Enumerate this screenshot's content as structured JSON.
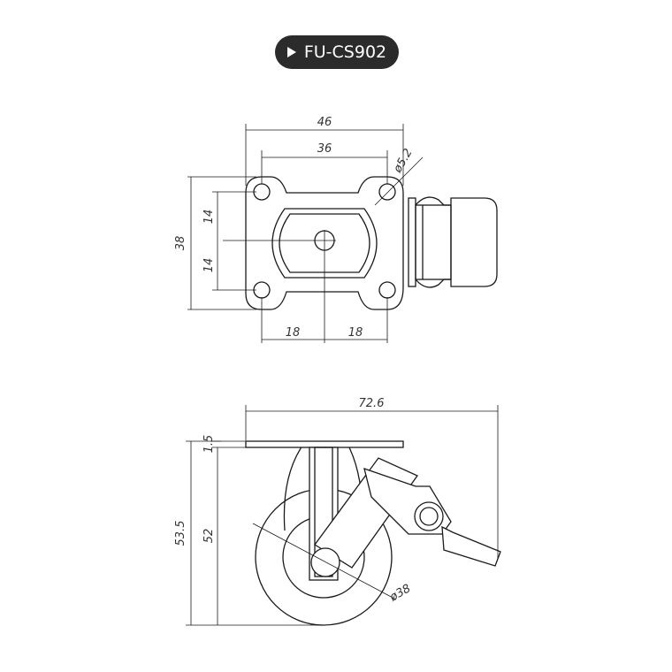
{
  "title": {
    "label": "FU-CS902",
    "icon": "play-icon"
  },
  "top_view": {
    "width_outer": "46",
    "width_holes": "36",
    "hole_diameter": "ø5.2",
    "height_total": "38",
    "offset_upper": "14",
    "offset_lower": "14",
    "half_left": "18",
    "half_right": "18"
  },
  "side_view": {
    "length_total": "72.6",
    "plate_thickness": "1.5",
    "height_total": "53.5",
    "height_inner": "52",
    "wheel_diameter": "ø38"
  }
}
